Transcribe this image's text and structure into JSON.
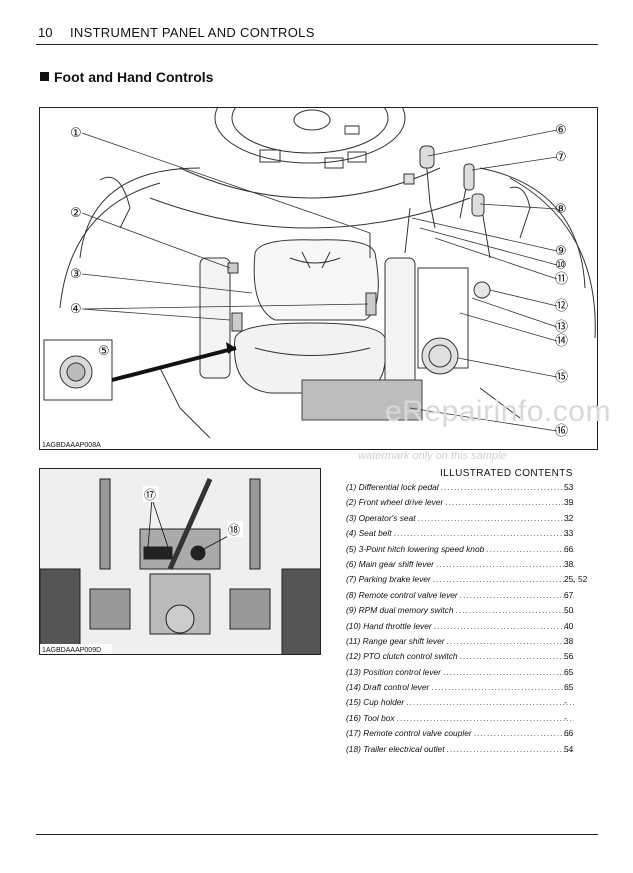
{
  "header": {
    "page_number": "10",
    "title": "INSTRUMENT PANEL AND CONTROLS"
  },
  "section": {
    "title": "Foot and Hand Controls"
  },
  "figure1": {
    "code": "1AGBDAAAP008A",
    "callouts": [
      "①",
      "②",
      "③",
      "④",
      "⑤",
      "⑥",
      "⑦",
      "⑧",
      "⑨",
      "⑩",
      "⑪",
      "⑫",
      "⑬",
      "⑭",
      "⑮",
      "⑯"
    ]
  },
  "figure2": {
    "code": "1AGBDAAAP009D",
    "callouts": [
      "⑰",
      "⑱"
    ]
  },
  "watermark": {
    "big": "eRepairinfo.com",
    "small": "watermark only on this sample"
  },
  "contents": {
    "heading": "ILLUSTRATED CONTENTS",
    "items": [
      {
        "label": "(1) Differential lock pedal",
        "page": "53"
      },
      {
        "label": "(2) Front wheel drive lever",
        "page": "39"
      },
      {
        "label": "(3) Operator's seat",
        "page": "32"
      },
      {
        "label": "(4) Seat belt",
        "page": "33"
      },
      {
        "label": "(5) 3-Point hitch lowering speed knob",
        "page": "66"
      },
      {
        "label": "(6) Main gear shift lever",
        "page": "38"
      },
      {
        "label": "(7) Parking brake lever",
        "page": "25, 52"
      },
      {
        "label": "(8) Remote control valve lever",
        "page": "67"
      },
      {
        "label": "(9) RPM dual memory switch",
        "page": "50"
      },
      {
        "label": "(10) Hand throttle lever",
        "page": "40"
      },
      {
        "label": "(11) Range gear shift lever",
        "page": "38"
      },
      {
        "label": "(12) PTO clutch control switch",
        "page": "56"
      },
      {
        "label": "(13) Position control lever",
        "page": "65"
      },
      {
        "label": "(14) Draft control lever",
        "page": "65"
      },
      {
        "label": "(15) Cup holder",
        "page": "-"
      },
      {
        "label": "(16) Tool box",
        "page": "-"
      },
      {
        "label": "(17) Remote control valve coupler",
        "page": "66"
      },
      {
        "label": "(18) Trailer electrical outlet",
        "page": "54"
      }
    ]
  }
}
